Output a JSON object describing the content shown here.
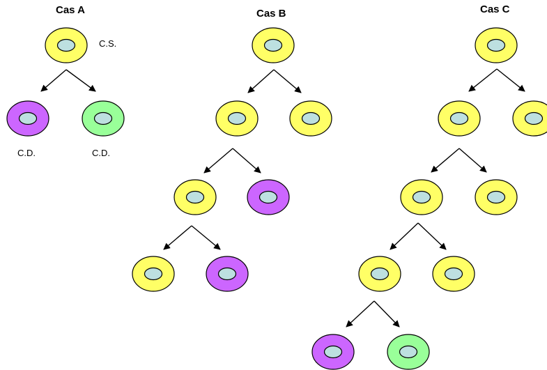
{
  "colors": {
    "stem_cell": "#ffff66",
    "differentiated_purple": "#cc66ff",
    "differentiated_green": "#99ff99",
    "nucleus": "#bde0e0",
    "outline": "#000000",
    "arrow": "#000000"
  },
  "cases": [
    {
      "title": "Cas A",
      "labels": {
        "stem": "C.S.",
        "diff_left": "C.D.",
        "diff_right": "C.D."
      }
    },
    {
      "title": "Cas B"
    },
    {
      "title": "Cas C"
    }
  ]
}
